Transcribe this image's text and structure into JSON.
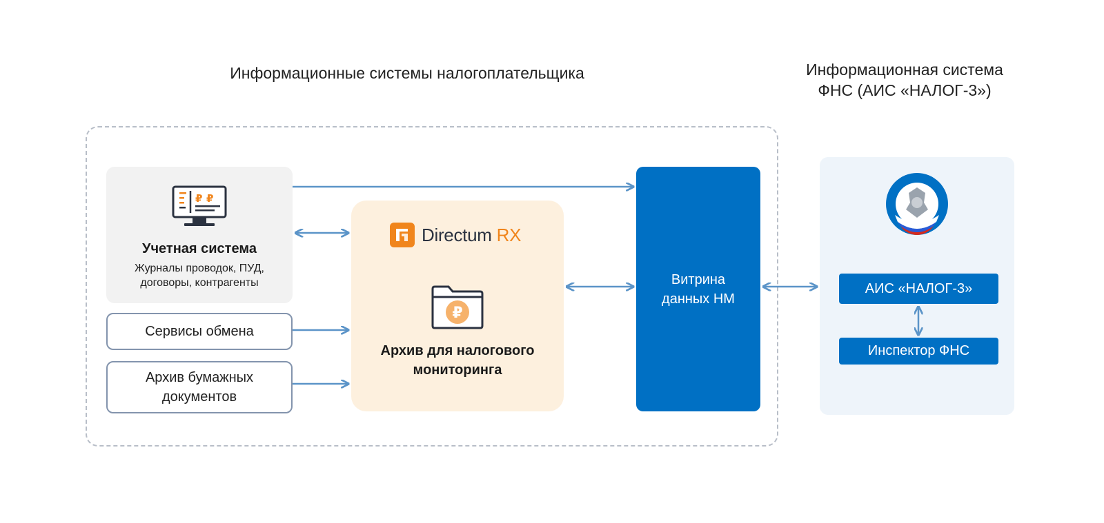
{
  "headings": {
    "taxpayer_systems": "Информационные системы налогоплательщика",
    "fns_system": "Информационная система\nФНС (АИС «НАЛОГ-3»)"
  },
  "accounting_system": {
    "title": "Учетная система",
    "subtitle": "Журналы проводок, ПУД,\nдоговоры, контрагенты",
    "icon": "accounting-monitor-icon"
  },
  "exchange_services": {
    "label": "Сервисы обмена"
  },
  "paper_archive": {
    "label": "Архив бумажных\nдокументов"
  },
  "tax_archive": {
    "logo_word": "Directum",
    "logo_suffix": "RX",
    "title": "Архив для налогового\nмониторинга",
    "icon": "ruble-folder-icon"
  },
  "data_showcase": {
    "label": "Витрина\nданных НМ"
  },
  "fns": {
    "emblem_icon": "fns-emblem-icon",
    "ais_label": "АИС «НАЛОГ-3»",
    "inspector_label": "Инспектор ФНС"
  },
  "colors": {
    "accent_blue": "#0070c4",
    "arrow_blue": "#5b94c8",
    "archive_bg": "#fdf0de",
    "directum_orange": "#f0851c",
    "fns_panel_bg": "#eef4fa"
  }
}
